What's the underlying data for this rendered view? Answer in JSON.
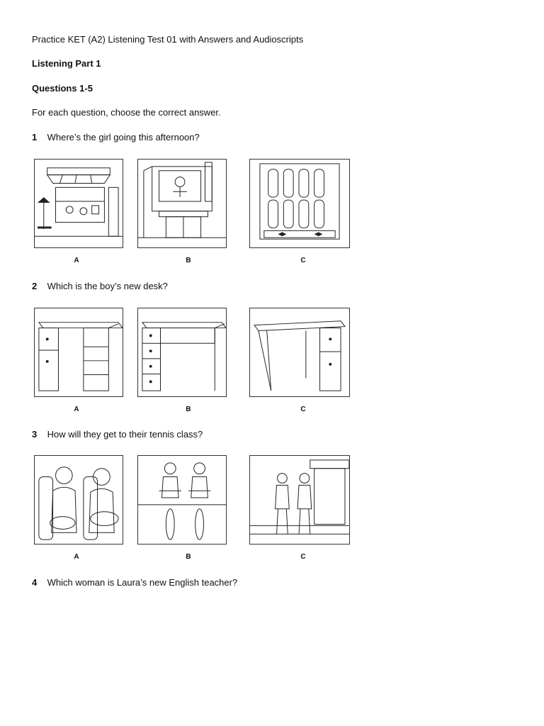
{
  "header": {
    "title": "Practice KET (A2) Listening Test 01 with Answers and Audioscripts",
    "part": "Listening Part 1",
    "questions_range": "Questions 1-5",
    "instruction": "For each question, choose the correct answer."
  },
  "questions": [
    {
      "number": "1",
      "text": "Where’s the girl going this afternoon?",
      "options": [
        "A",
        "B",
        "C"
      ]
    },
    {
      "number": "2",
      "text": "Which is the boy’s new desk?",
      "options": [
        "A",
        "B",
        "C"
      ]
    },
    {
      "number": "3",
      "text": "How will they get to their tennis class?",
      "options": [
        "A",
        "B",
        "C"
      ]
    },
    {
      "number": "4",
      "text": "Which woman is Laura’s new English teacher?"
    }
  ]
}
